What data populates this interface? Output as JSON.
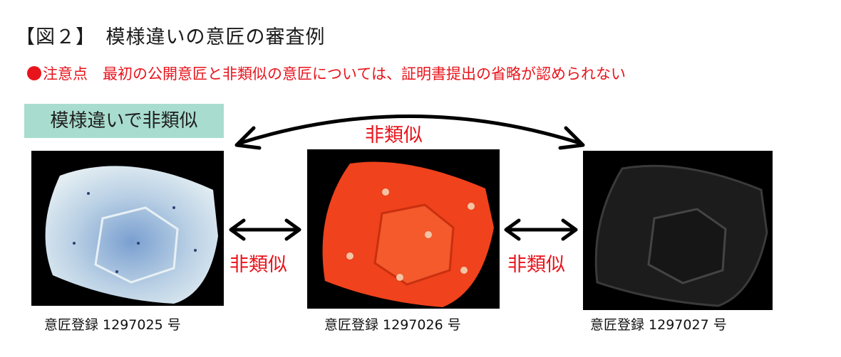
{
  "header": {
    "title": "【図２】　模様違いの意匠の審査例",
    "note_label": "注意点",
    "note_text": "最初の公開意匠と非類似の意匠については、証明書提出の省略が認められない",
    "note_color": "#e8141c"
  },
  "badge": {
    "label": "模様違いで非類似",
    "color": "#a8dccf"
  },
  "relations": {
    "top_arc_label": "非類似",
    "left_pair_label": "非類似",
    "right_pair_label": "非類似"
  },
  "designs": [
    {
      "caption": "意匠登録 1297025 号",
      "color_theme": "blue-white speckled",
      "tone": "#cfe0ea"
    },
    {
      "caption": "意匠登録 1297026 号",
      "color_theme": "red with floral pattern",
      "tone": "#f0421c"
    },
    {
      "caption": "意匠登録 1297027 号",
      "color_theme": "black",
      "tone": "#2a2a2a"
    }
  ]
}
